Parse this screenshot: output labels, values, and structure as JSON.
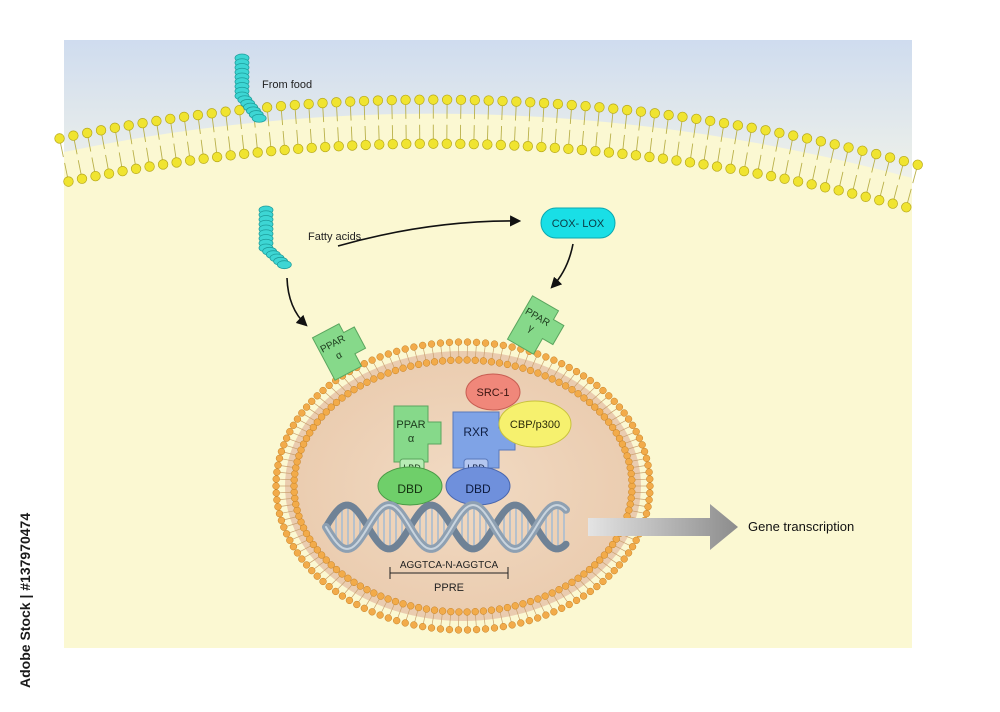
{
  "labels": {
    "from_food": "From food",
    "fatty_acids": "Fatty acids",
    "cox_lox": "COX- LOX",
    "ppar": "PPAR",
    "alpha": "α",
    "gamma": "γ",
    "src1": "SRC-1",
    "cbp": "CBP/p300",
    "rxr": "RXR",
    "lbd": "LBD",
    "dbd": "DBD",
    "sequence": "AGGTCA-N-AGGTCA",
    "ppre": "PPRE",
    "gene_transcription": "Gene transcription"
  },
  "watermark": {
    "stock_id": "Adobe Stock | #137970474"
  },
  "colors": {
    "extracellular": "#dbe6f3",
    "cytoplasm": "#fbf8d2",
    "membrane_head": "#f0e430",
    "nucleus": "#eed3b8",
    "nuclear_head": "#f2ab4a",
    "fatty_acid": "#3dd6d4",
    "cox_lox": "#19dfe6",
    "ppar": "#86d98a",
    "rxr": "#7fa3e6",
    "src1": "#f0877a",
    "cbp": "#f6f16e",
    "dbd_alpha": "#6fcf6a",
    "dbd_rxr": "#6f90dc",
    "dna": "#8ea0b2",
    "arrow": "#9a9a9a"
  }
}
